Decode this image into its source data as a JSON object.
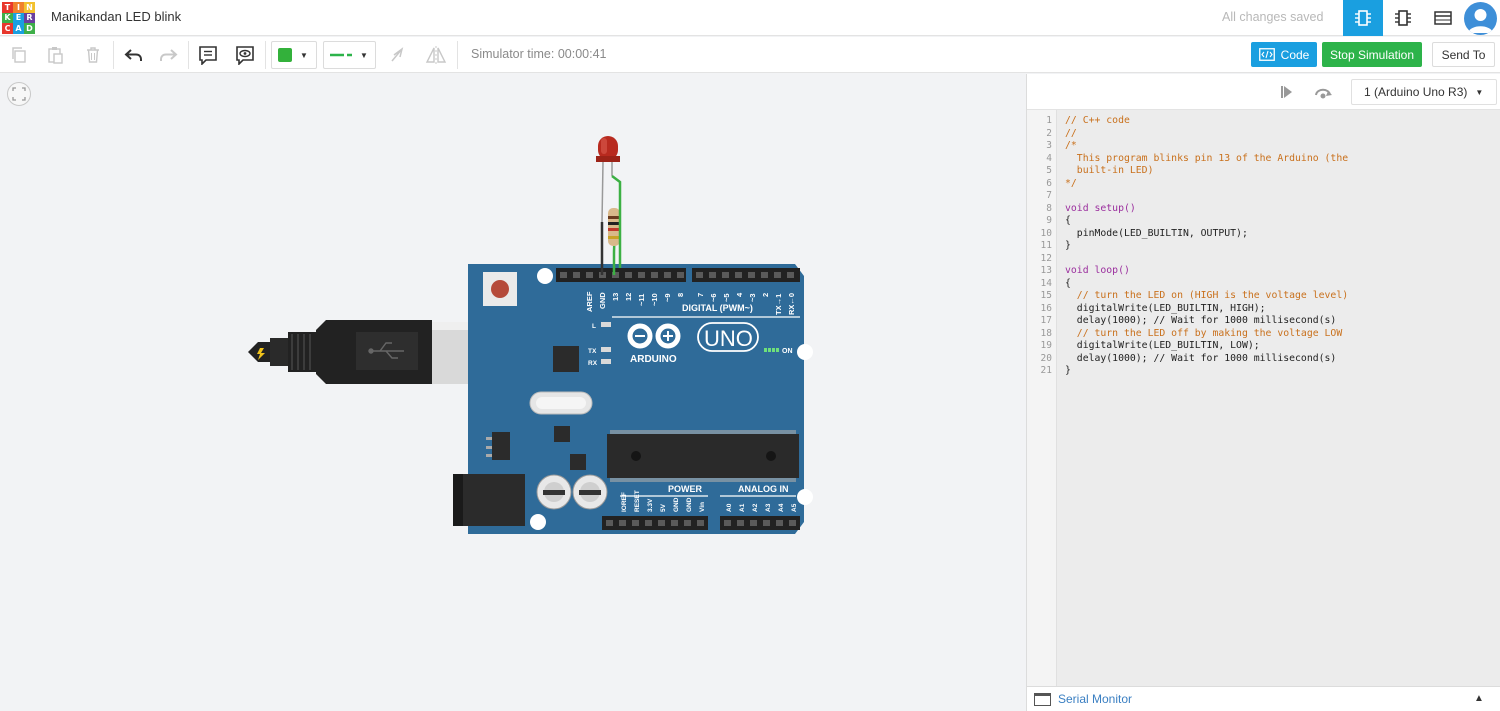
{
  "logo": {
    "letters": [
      "T",
      "I",
      "N",
      "K",
      "E",
      "R",
      "C",
      "A",
      "D"
    ],
    "colors": [
      "#e8372c",
      "#f0812b",
      "#f2c12e",
      "#3eaf49",
      "#1a9fe0",
      "#6a3f9e",
      "#e8372c",
      "#1a9fe0",
      "#3eaf49"
    ]
  },
  "header": {
    "title": "Manikandan LED blink",
    "save_status": "All changes saved"
  },
  "toolbar": {
    "sim_time": "Simulator time: 00:00:41",
    "code_label": "Code",
    "stop_label": "Stop Simulation",
    "send_label": "Send To",
    "fill_color": "#33b13b",
    "line_color": "#2db34a"
  },
  "board": {
    "brand": "ARDUINO",
    "model": "UNO",
    "digital_label": "DIGITAL (PWM~)",
    "power_label": "POWER",
    "analog_label": "ANALOG IN",
    "on_label": "ON",
    "l_label": "L",
    "tx_label": "TX",
    "rx_label": "RX",
    "digital_pins": [
      "AREF",
      "GND",
      "13",
      "12",
      "~11",
      "~10",
      "~9",
      "8",
      "7",
      "~6",
      "~5",
      "4",
      "~3",
      "2",
      "TX→1",
      "RX←0"
    ],
    "power_pins": [
      "IOREF",
      "RESET",
      "3.3V",
      "5V",
      "GND",
      "GND",
      "Vin"
    ],
    "analog_pins": [
      "A0",
      "A1",
      "A2",
      "A3",
      "A4",
      "A5"
    ]
  },
  "code_panel": {
    "device": "1 (Arduino Uno R3)",
    "serial_monitor": "Serial Monitor",
    "lines": [
      "// C++ code",
      "//",
      "/*",
      "  This program blinks pin 13 of the Arduino (the",
      "  built-in LED)",
      "*/",
      "",
      "void setup()",
      "{",
      "  pinMode(LED_BUILTIN, OUTPUT);",
      "}",
      "",
      "void loop()",
      "{",
      "  // turn the LED on (HIGH is the voltage level)",
      "  digitalWrite(LED_BUILTIN, HIGH);",
      "  delay(1000); // Wait for 1000 millisecond(s)",
      "  // turn the LED off by making the voltage LOW",
      "  digitalWrite(LED_BUILTIN, LOW);",
      "  delay(1000); // Wait for 1000 millisecond(s)",
      "}"
    ]
  }
}
